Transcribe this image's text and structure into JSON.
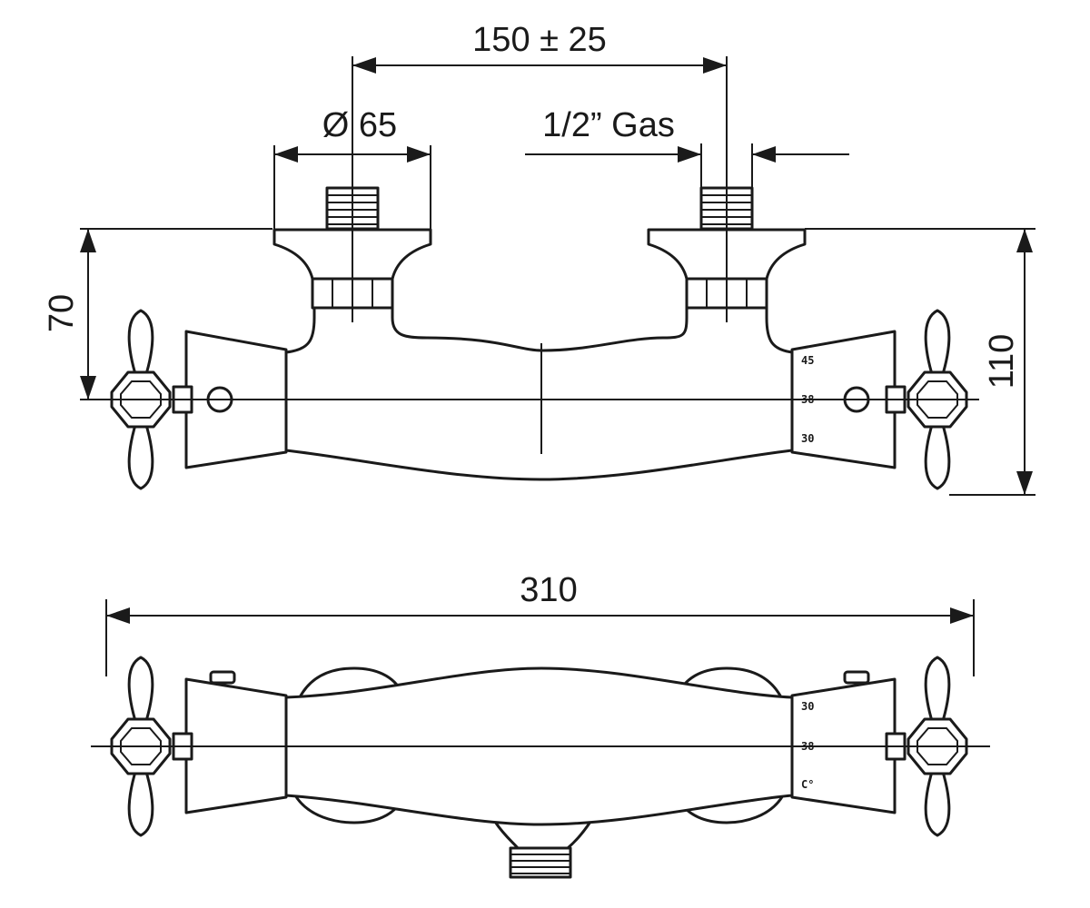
{
  "dimensions": {
    "inlet_spacing": "150 ± 25",
    "flange_diameter": "Ø 65",
    "thread": "1/2” Gas",
    "wall_to_axis": "70",
    "height": "110",
    "length": "310"
  },
  "temperature_scale": {
    "front": [
      "45",
      "38",
      "30"
    ],
    "top": [
      "30",
      "38",
      "C°"
    ]
  },
  "colors": {
    "line": "#1a1a1a",
    "background": "#ffffff"
  }
}
